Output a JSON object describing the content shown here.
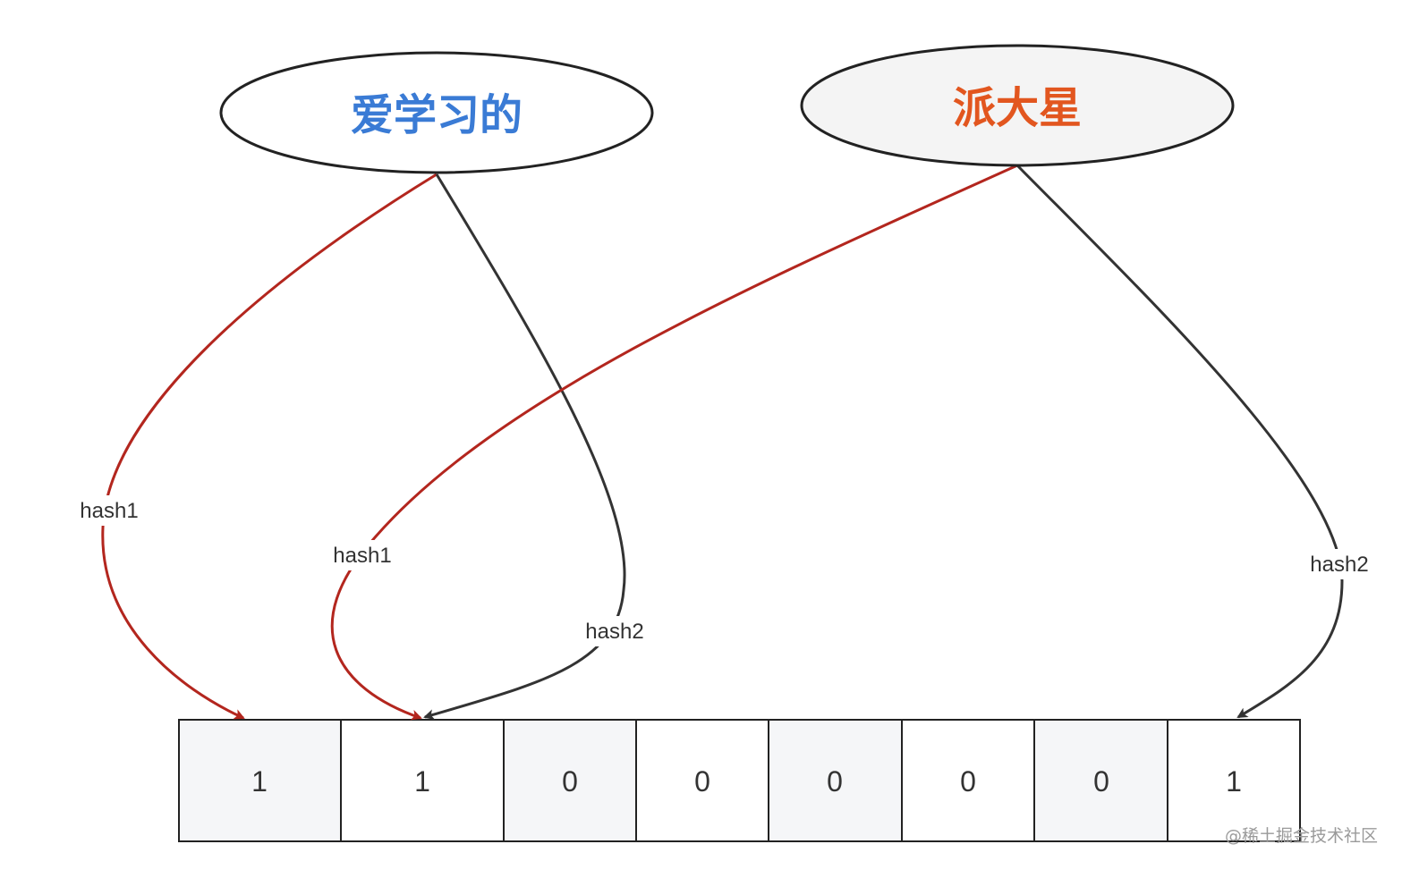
{
  "nodes": [
    {
      "id": "node-a",
      "label": "爱学习的",
      "text_color": "#3a7bd5",
      "fill": "#ffffff"
    },
    {
      "id": "node-b",
      "label": "派大星",
      "text_color": "#e2561f",
      "fill": "#f4f4f4"
    }
  ],
  "edges": [
    {
      "from": "node-a",
      "to_cell": 0,
      "label": "hash1",
      "color": "#b3261e"
    },
    {
      "from": "node-a",
      "to_cell": 1,
      "label": "hash2",
      "color": "#333333"
    },
    {
      "from": "node-b",
      "to_cell": 1,
      "label": "hash1",
      "color": "#b3261e"
    },
    {
      "from": "node-b",
      "to_cell": 7,
      "label": "hash2",
      "color": "#333333"
    }
  ],
  "bit_array": {
    "cells": [
      "1",
      "1",
      "0",
      "0",
      "0",
      "0",
      "0",
      "1"
    ],
    "shaded_fill": "#f5f6f8",
    "plain_fill": "#ffffff"
  },
  "watermark": "@稀土掘金技术社区"
}
